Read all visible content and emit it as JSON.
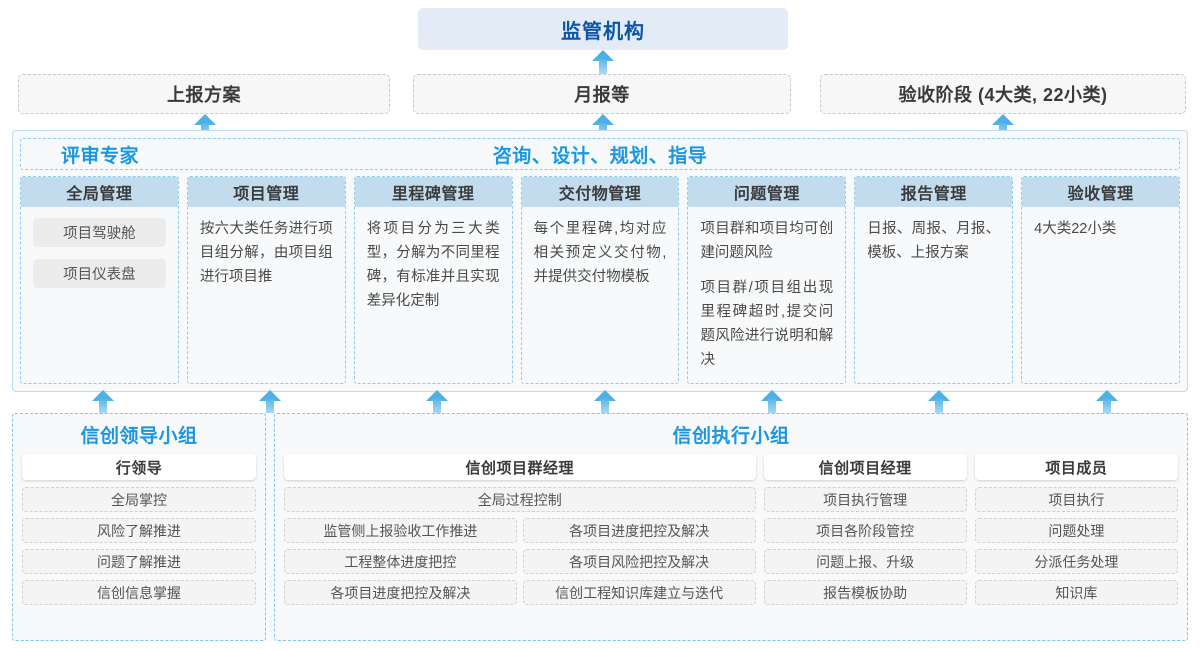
{
  "colors": {
    "accent_blue": "#1a97e0",
    "regulator_text": "#0d57a6",
    "regulator_bg": "#e3ebf6",
    "column_header_bg": "#c2dcee",
    "arrow": "#4fb0e5",
    "dashed_border": "#8ecdf0"
  },
  "top": {
    "regulator": "监管机构",
    "reports": [
      "上报方案",
      "月报等",
      "验收阶段 (4大类, 22小类)"
    ]
  },
  "middle": {
    "left_label": "评审专家",
    "center_label": "咨询、设计、规划、指导",
    "columns": [
      {
        "title": "全局管理",
        "pills": [
          "项目驾驶舱",
          "项目仪表盘"
        ],
        "paragraphs": []
      },
      {
        "title": "项目管理",
        "pills": [],
        "paragraphs": [
          "按六大类任务进行项目组分解，由项目组进行项目推"
        ]
      },
      {
        "title": "里程碑管理",
        "pills": [],
        "paragraphs": [
          "将项目分为三大类型，分解为不同里程碑，有标准并且实现差异化定制"
        ]
      },
      {
        "title": "交付物管理",
        "pills": [],
        "paragraphs": [
          "每个里程碑,均对应相关预定义交付物,并提供交付物模板"
        ]
      },
      {
        "title": "问题管理",
        "pills": [],
        "paragraphs": [
          "项目群和项目均可创建问题风险",
          "项目群/项目组出现里程碑超时,提交问题风险进行说明和解决"
        ]
      },
      {
        "title": "报告管理",
        "pills": [],
        "paragraphs": [
          "日报、周报、月报、模板、上报方案"
        ]
      },
      {
        "title": "验收管理",
        "pills": [],
        "paragraphs": [
          "4大类22小类"
        ]
      }
    ]
  },
  "bottom": {
    "leading_group": {
      "title": "信创领导小组",
      "role": {
        "head": "行领导",
        "items": [
          "全局掌控",
          "风险了解推进",
          "问题了解推进",
          "信创信息掌握"
        ]
      }
    },
    "exec_group": {
      "title": "信创执行小组",
      "roles": [
        {
          "head": "信创项目群经理",
          "span_item": "全局过程控制",
          "items": [
            "监管侧上报验收工作推进",
            "各项目进度把控及解决",
            "工程整体进度把控",
            "各项目风险把控及解决",
            "各项目进度把控及解决",
            "信创工程知识库建立与迭代"
          ]
        },
        {
          "head": "信创项目经理",
          "items": [
            "项目执行管理",
            "项目各阶段管控",
            "问题上报、升级",
            "报告模板协助"
          ]
        },
        {
          "head": "项目成员",
          "items": [
            "项目执行",
            "问题处理",
            "分派任务处理",
            "知识库"
          ]
        }
      ]
    }
  },
  "arrows": {
    "icon_name": "up-arrow-icon",
    "top_row_count": 1,
    "mid_row_count": 3,
    "bottom_row_count": 7
  }
}
